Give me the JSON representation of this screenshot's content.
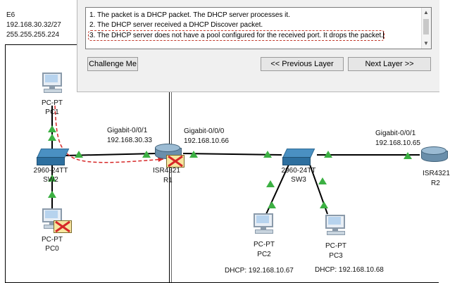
{
  "router_info": {
    "interface": "E6",
    "ip": "192.168.30.32/27",
    "mask": "255.255.255.224"
  },
  "steps": [
    "1. The packet is a DHCP packet. The DHCP server processes it.",
    "2. The DHCP server received a DHCP Discover packet.",
    "3. The DHCP server does not have a pool configured for the received port. It drops the packet."
  ],
  "buttons": {
    "challenge": "Challenge Me",
    "previous": "<< Previous Layer",
    "next": "Next Layer >>"
  },
  "devices": {
    "pc1": {
      "type": "PC-PT",
      "name": "PC1"
    },
    "pc0": {
      "type": "PC-PT",
      "name": "PC0"
    },
    "sw2": {
      "type": "2960-24TT",
      "name": "SW2"
    },
    "r1": {
      "type": "ISR4321",
      "name": "R1"
    },
    "sw3": {
      "type": "2960-24TT",
      "name": "SW3"
    },
    "r2": {
      "type": "ISR4321",
      "name": "R2"
    },
    "pc2": {
      "type": "PC-PT",
      "name": "PC2"
    },
    "pc3": {
      "type": "PC-PT",
      "name": "PC3"
    }
  },
  "links": {
    "r1_g001_name": "Gigabit-0/0/1",
    "r1_g001_ip": "192.168.30.33",
    "r1_g000_name": "Gigabit-0/0/0",
    "r1_g000_ip": "192.168.10.66",
    "r2_g001_name": "Gigabit-0/0/1",
    "r2_g001_ip": "192.168.10.65"
  },
  "dhcp": {
    "pc2": "DHCP: 192.168.10.67",
    "pc3": "DHCP: 192.168.10.68"
  },
  "colors": {
    "link_up": "#3cb043",
    "packet_path": "#d62828",
    "link": "#000000"
  }
}
